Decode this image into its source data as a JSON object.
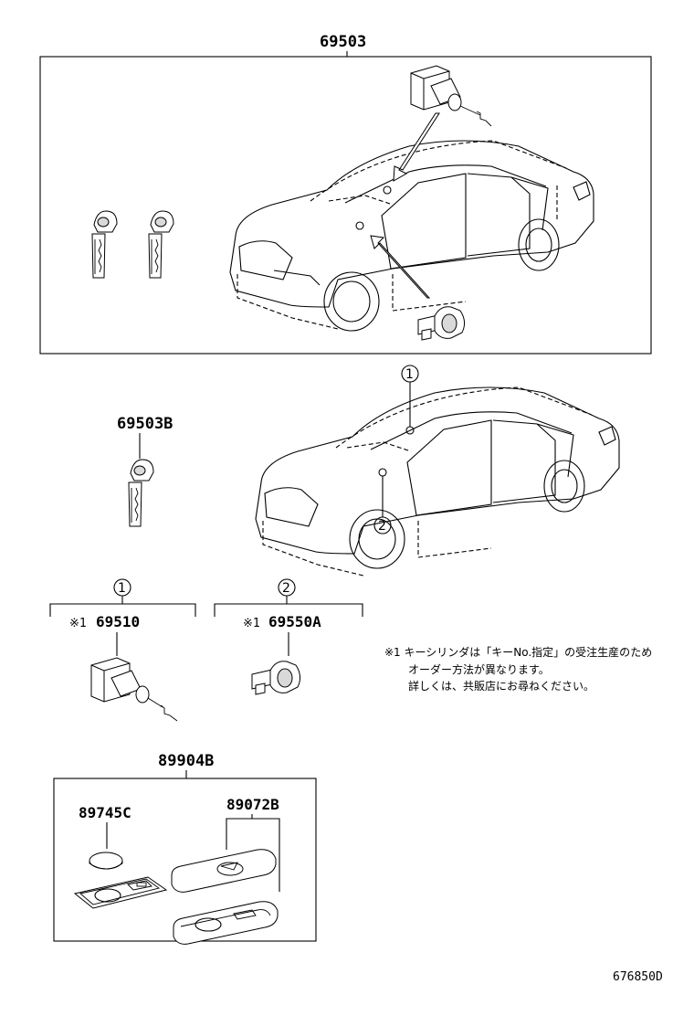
{
  "parts": {
    "kit_top": "69503",
    "key_blank": "69503B",
    "ignition_cylinder": "69510",
    "door_cylinder": "69550A",
    "transmitter_kit": "89904B",
    "battery": "89745C",
    "case": "89072B"
  },
  "markers": {
    "ref1": "※1",
    "circle1": "1",
    "circle2": "2"
  },
  "note": {
    "line1": "※1 キーシリンダは「キーNo.指定」の受注生産のため",
    "line2": "オーダー方法が異なります。",
    "line3": "詳しくは、共販店にお尋ねください。"
  },
  "doc_number": "676850D"
}
